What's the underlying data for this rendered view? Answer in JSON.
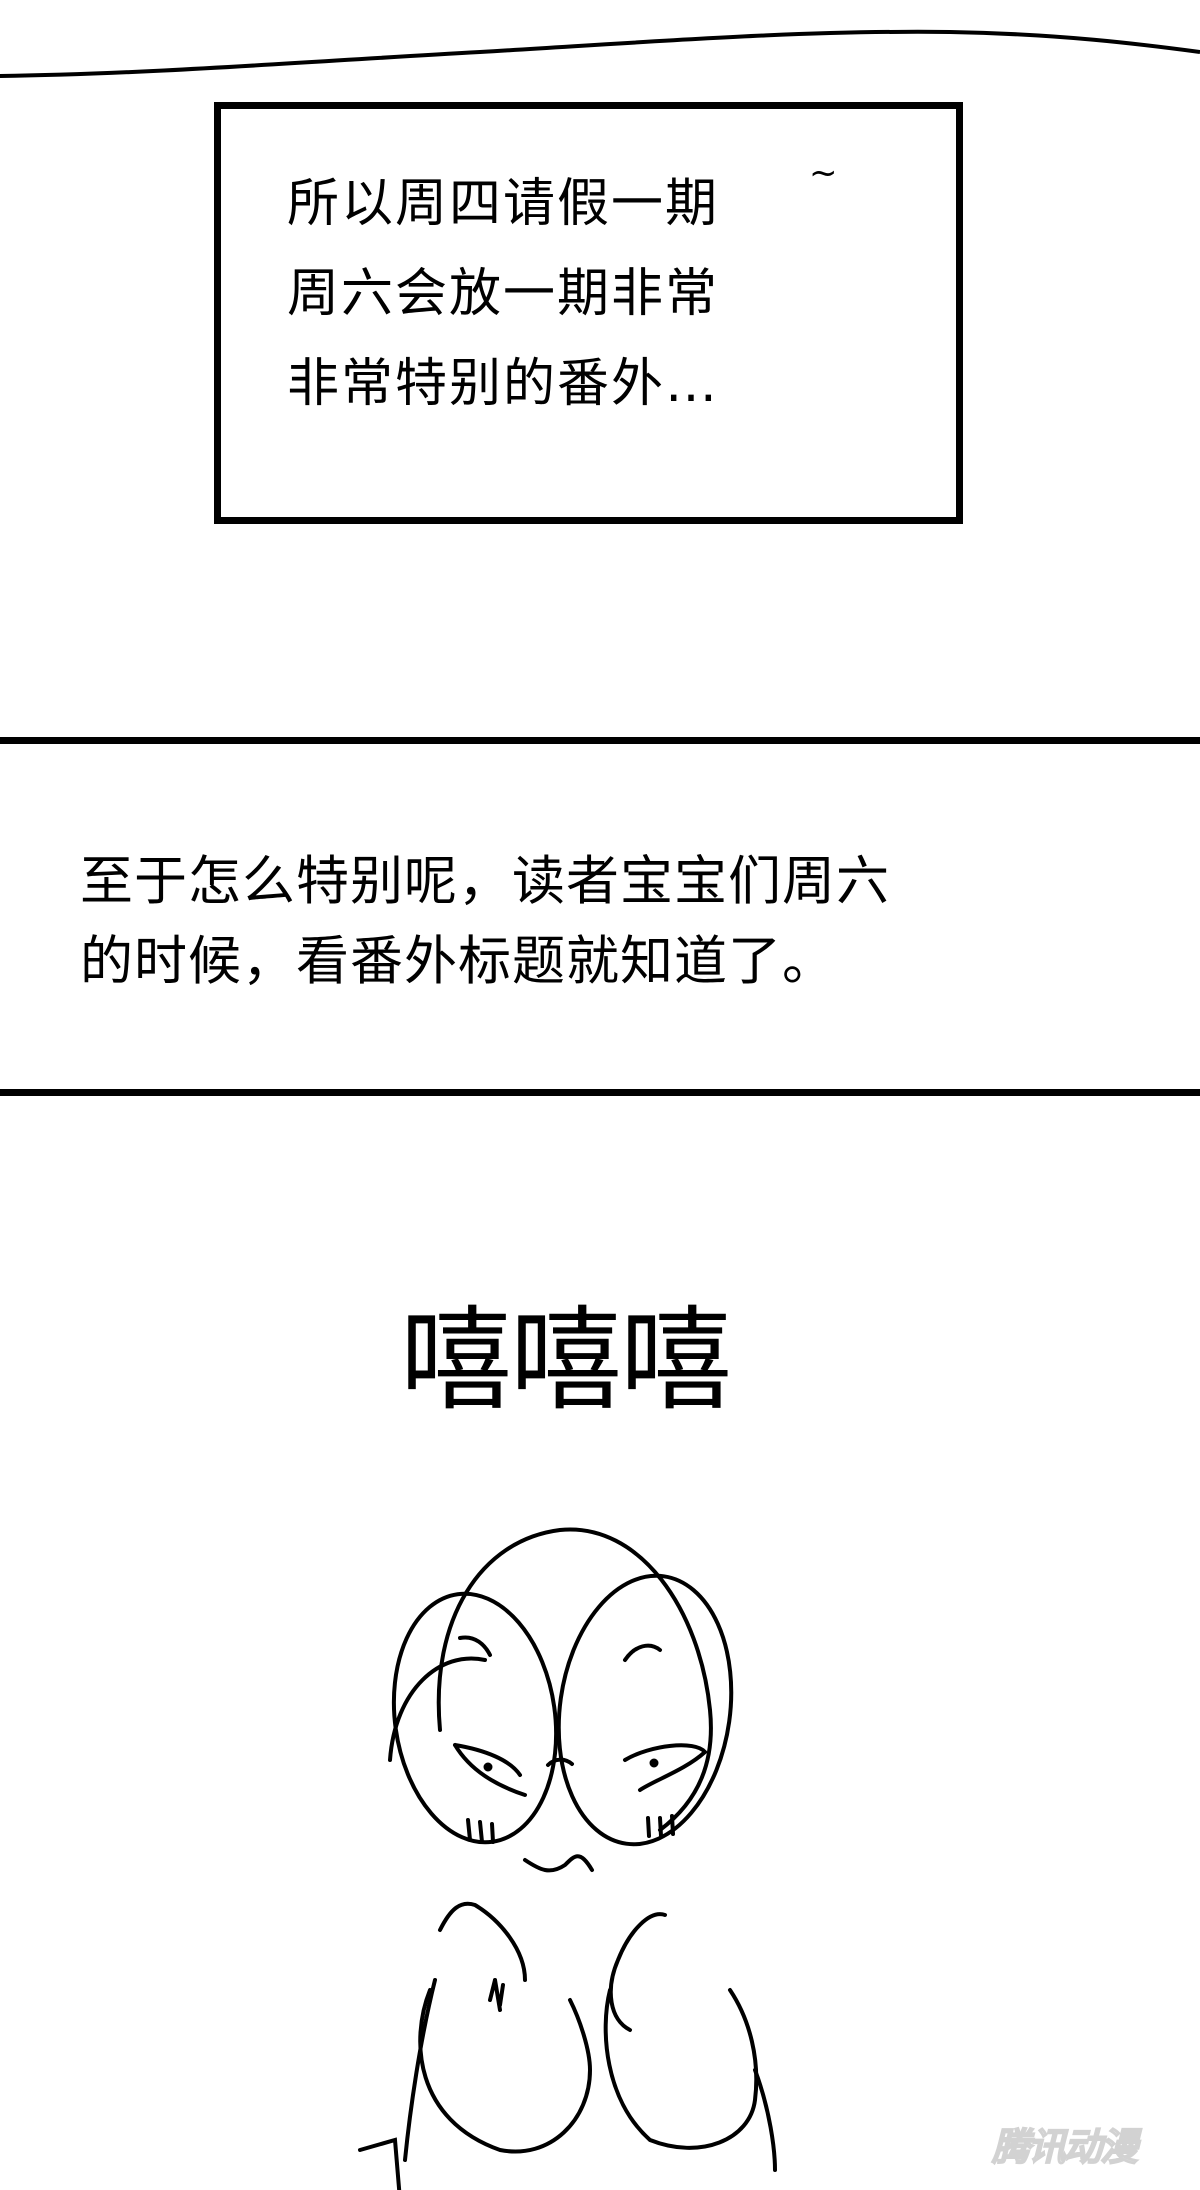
{
  "panel1": {
    "lines": [
      "所以周四请假一期",
      "周六会放一期非常",
      "非常特别的番外…"
    ],
    "tilde": "~"
  },
  "panel2": {
    "lines": [
      "至于怎么特别呢，读者宝宝们周六",
      "的时候，看番外标题就知道了。"
    ]
  },
  "panel3": {
    "sfx": "嘻嘻嘻",
    "illustration": "penguin-with-glasses"
  },
  "watermark": "腾讯动漫",
  "colors": {
    "ink": "#000000",
    "background": "#ffffff",
    "watermark": "#e6e6e6"
  }
}
